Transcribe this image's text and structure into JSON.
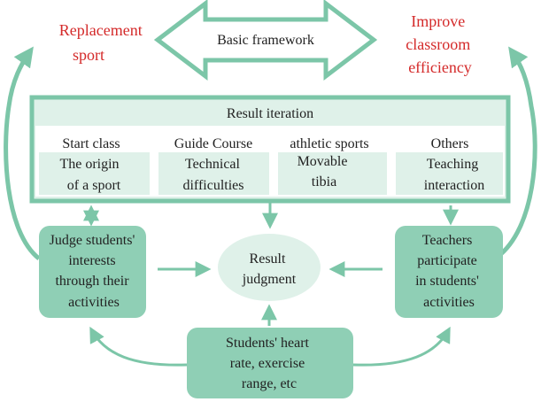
{
  "colors": {
    "primary": "#7cc6a8",
    "fill_light": "#dff1e9",
    "fill_mid": "#8fcfb5",
    "text": "#222222",
    "accent_red": "#d42a2a"
  },
  "top": {
    "left_label": [
      "Replacement",
      "sport"
    ],
    "framework": "Basic framework",
    "right_label": [
      "Improve",
      "classroom",
      "efficiency"
    ]
  },
  "iteration": {
    "title": "Result iteration",
    "columns": [
      {
        "heading": "Start class",
        "body": [
          "The origin",
          "of a sport"
        ]
      },
      {
        "heading": "Guide Course",
        "body": [
          "Technical",
          "difficulties"
        ]
      },
      {
        "heading": "athletic sports",
        "body": [
          "Movable",
          "tibia"
        ]
      },
      {
        "heading": "Others",
        "body": [
          "Teaching",
          "interaction"
        ]
      }
    ]
  },
  "left_box": [
    "Judge students'",
    "interests",
    "through their",
    "activities"
  ],
  "center": [
    "Result",
    "judgment"
  ],
  "right_box": [
    "Teachers",
    "participate",
    "in students'",
    "activities"
  ],
  "bottom_box": [
    "Students' heart",
    "rate, exercise",
    "range, etc"
  ]
}
